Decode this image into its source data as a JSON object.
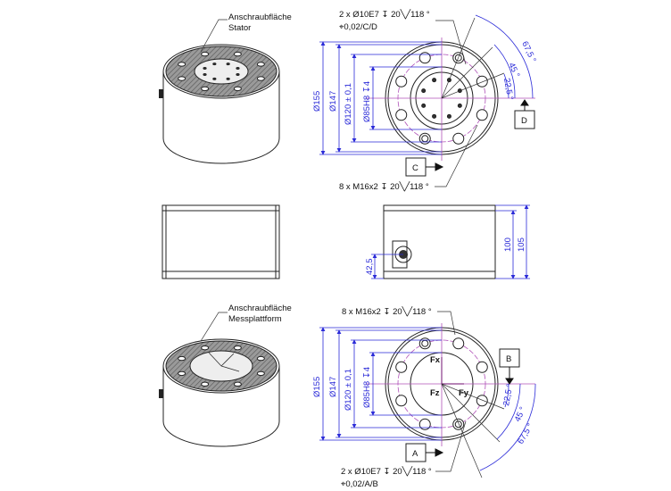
{
  "labels": {
    "stator_face": [
      "Anschraubfläche",
      "Stator"
    ],
    "platform_face": [
      "Anschraubfläche",
      "Messplattform"
    ]
  },
  "top_view": {
    "callout_pins": "2 x Ø10E7 ↧ 20╲╱118 °",
    "position_tol": "⌖0,02/C/D",
    "callout_threads": "8 x M16x2 ↧ 20╲╱118 °",
    "dims": {
      "d155": "Ø155",
      "d147": "Ø147",
      "d120": "Ø120 ± 0,1",
      "d85": "Ø85H8 ↧4"
    },
    "angles": [
      "67,5 °",
      "45 °",
      "22,5 °"
    ],
    "datum_c": "C",
    "datum_d": "D"
  },
  "side_view": {
    "h100": "100",
    "h105": "105",
    "h42": "42,5"
  },
  "bottom_view": {
    "callout_threads": "8 x M16x2 ↧ 20╲╱118 °",
    "callout_pins": "2 x Ø10E7 ↧ 20╲╱118 °",
    "position_tol": "⌖0,02/A/B",
    "dims": {
      "d155": "Ø155",
      "d147": "Ø147",
      "d120": "Ø120 ± 0,1",
      "d85": "Ø85H8 ↧4"
    },
    "angles": [
      "22,5 °",
      "45 °",
      "67,5 °"
    ],
    "axes": {
      "fx": "Fx",
      "fy": "Fy",
      "fz": "Fz"
    },
    "datum_a": "A",
    "datum_b": "B"
  },
  "colors": {
    "dimension": "#2a2ad8",
    "centerline": "#b050b8",
    "outline": "#222222"
  }
}
